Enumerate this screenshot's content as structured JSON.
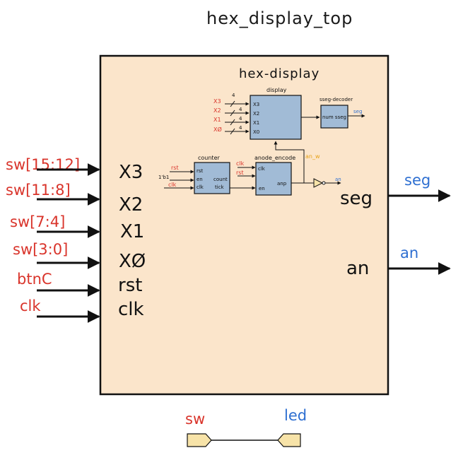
{
  "title": "hex_display_top",
  "top_block": {
    "inputs": [
      {
        "external": "sw[15:12]",
        "port": "X3"
      },
      {
        "external": "sw[11:8]",
        "port": "X2"
      },
      {
        "external": "sw[7:4]",
        "port": "X1"
      },
      {
        "external": "sw[3:0]",
        "port": "XØ"
      },
      {
        "external": "btnC",
        "port": "rst"
      },
      {
        "external": "clk",
        "port": "clk"
      }
    ],
    "outputs": [
      {
        "port": "seg",
        "external": "seg"
      },
      {
        "port": "an",
        "external": "an"
      }
    ]
  },
  "hex_display": {
    "title": "hex-display",
    "display": {
      "label": "display",
      "width_label": "4",
      "bus_labels": [
        "4",
        "4",
        "4"
      ],
      "inputs_ext": [
        "X3",
        "X2",
        "X1",
        "XØ"
      ],
      "ports": [
        "X3",
        "X2",
        "X1",
        "X0"
      ]
    },
    "sseg_decoder": {
      "label": "sseg-decoder",
      "ports": "num sseg",
      "out_label": "seg"
    },
    "counter": {
      "label": "counter",
      "en_const": "1'b1",
      "rst_label": "rst",
      "clk_label": "clk",
      "ports_left": [
        "rst",
        "en",
        "clk"
      ],
      "ports_right": [
        "count",
        "tick"
      ]
    },
    "anode_encode": {
      "label": "anode_encode",
      "clk_label": "clk",
      "rst_label": "rst",
      "ports_left": [
        "clk",
        "en"
      ],
      "port_right": "anp",
      "feedback_label": "an_w",
      "out_label": "an"
    }
  },
  "passthrough": {
    "in_label": "sw",
    "out_label": "led"
  },
  "colors": {
    "block_fill": "#fbe5cb",
    "sub_fill": "#a1bbd6",
    "red": "#d9342b",
    "blue": "#2e6fd1",
    "orange": "#e6a21a",
    "buffer_fill": "#f7e3a8"
  }
}
